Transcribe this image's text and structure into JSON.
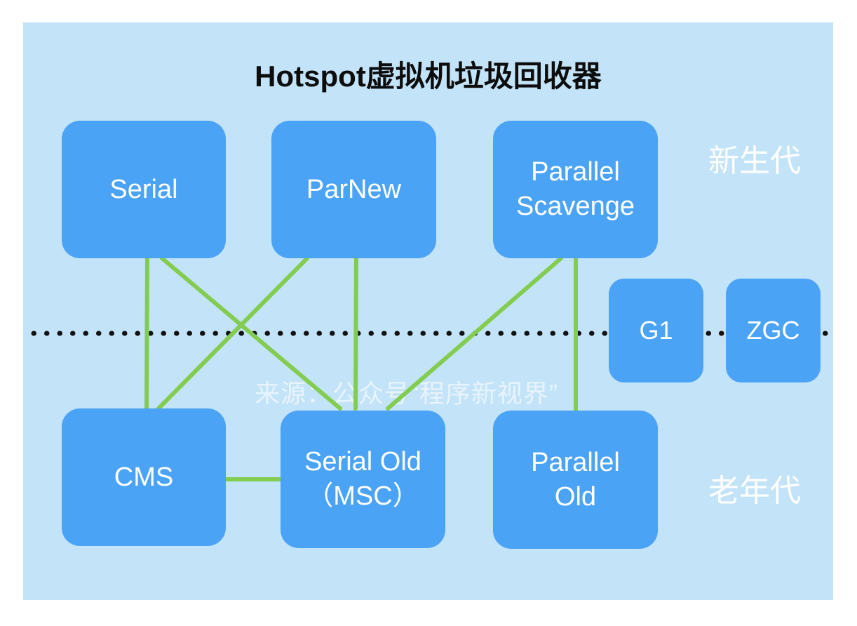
{
  "canvas": {
    "background_color": "#c3e3f8",
    "node_color": "#4ba3f5",
    "edge_color": "#82cc4f",
    "dotted_line_color": "#111111",
    "title_color": "#0d0d0d",
    "label_color": "#ffffff"
  },
  "title": "Hotspot虚拟机垃圾回收器",
  "watermark": "来源：公众号“程序新视界”",
  "generations": [
    {
      "key": "young",
      "label": "新生代"
    },
    {
      "key": "old",
      "label": "老年代"
    }
  ],
  "young_collectors": [
    {
      "id": "serial",
      "label": "Serial"
    },
    {
      "id": "parnew",
      "label": "ParNew"
    },
    {
      "id": "parallel-scavenge",
      "label": "Parallel\nScavenge"
    }
  ],
  "old_collectors": [
    {
      "id": "cms",
      "label": "CMS"
    },
    {
      "id": "serial-old",
      "label": "Serial Old\n（MSC）"
    },
    {
      "id": "parallel-old",
      "label": "Parallel\nOld"
    }
  ],
  "whole_heap_collectors": [
    {
      "id": "g1",
      "label": "G1"
    },
    {
      "id": "zgc",
      "label": "ZGC"
    }
  ],
  "connections": [
    {
      "from": "serial",
      "to": "cms",
      "kind": "vertical"
    },
    {
      "from": "serial",
      "to": "serial-old",
      "kind": "diagonal"
    },
    {
      "from": "parnew",
      "to": "cms",
      "kind": "diagonal"
    },
    {
      "from": "parnew",
      "to": "serial-old",
      "kind": "vertical"
    },
    {
      "from": "parallel-scavenge",
      "to": "serial-old",
      "kind": "diagonal"
    },
    {
      "from": "parallel-scavenge",
      "to": "parallel-old",
      "kind": "vertical"
    },
    {
      "from": "cms",
      "to": "serial-old",
      "kind": "horizontal"
    }
  ]
}
